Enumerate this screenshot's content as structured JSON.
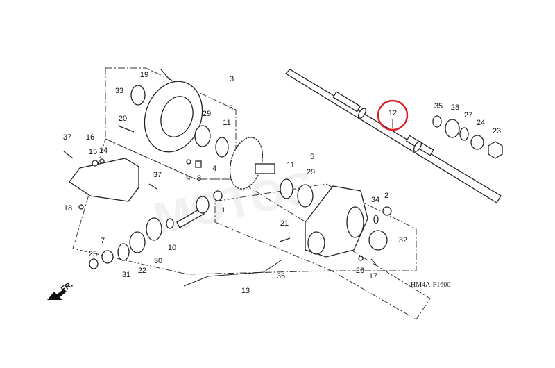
{
  "diagram": {
    "code": "HM4A-F1600",
    "direction_label": "FR.",
    "watermark": "MOTOS",
    "highlight_color": "#d9232d",
    "highlighted_part": "12",
    "callouts": [
      "19",
      "3",
      "33",
      "6",
      "29",
      "11",
      "20",
      "37",
      "16",
      "15",
      "14",
      "37",
      "9",
      "8",
      "4",
      "5",
      "29",
      "11",
      "18",
      "1",
      "21",
      "7",
      "25",
      "10",
      "31",
      "22",
      "30",
      "34",
      "2",
      "32",
      "36",
      "26",
      "17",
      "13",
      "12",
      "35",
      "28",
      "27",
      "24",
      "23"
    ]
  }
}
